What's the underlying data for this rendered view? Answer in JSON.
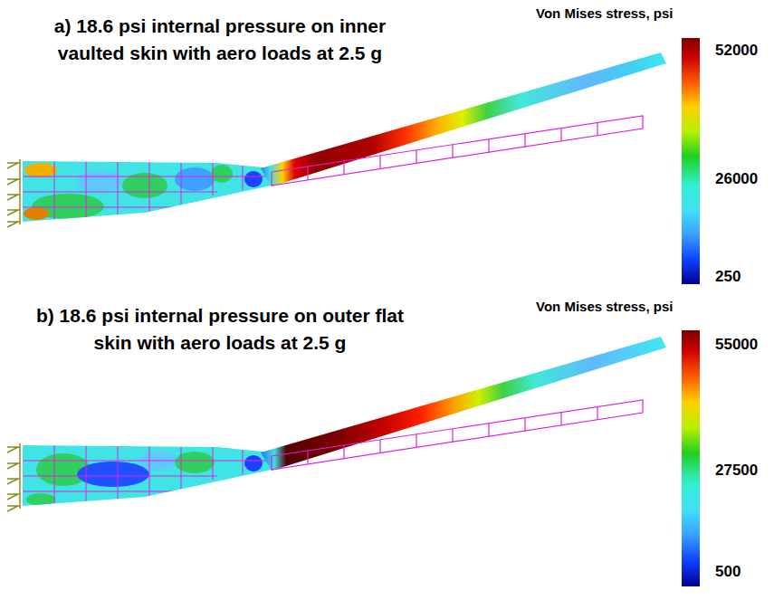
{
  "diagram": {
    "labels": [
      "a) 18.6 psi internal pressure on inner vaulted skin with aero loads at 2.5 g",
      "Von Mises stress, psi",
      "52000",
      "26000",
      "250",
      "b) 18.6 psi internal pressure on outer flat skin with aero loads at 2.5 g",
      "Von Mises stress, psi",
      "55000",
      "27500",
      "500"
    ]
  }
}
